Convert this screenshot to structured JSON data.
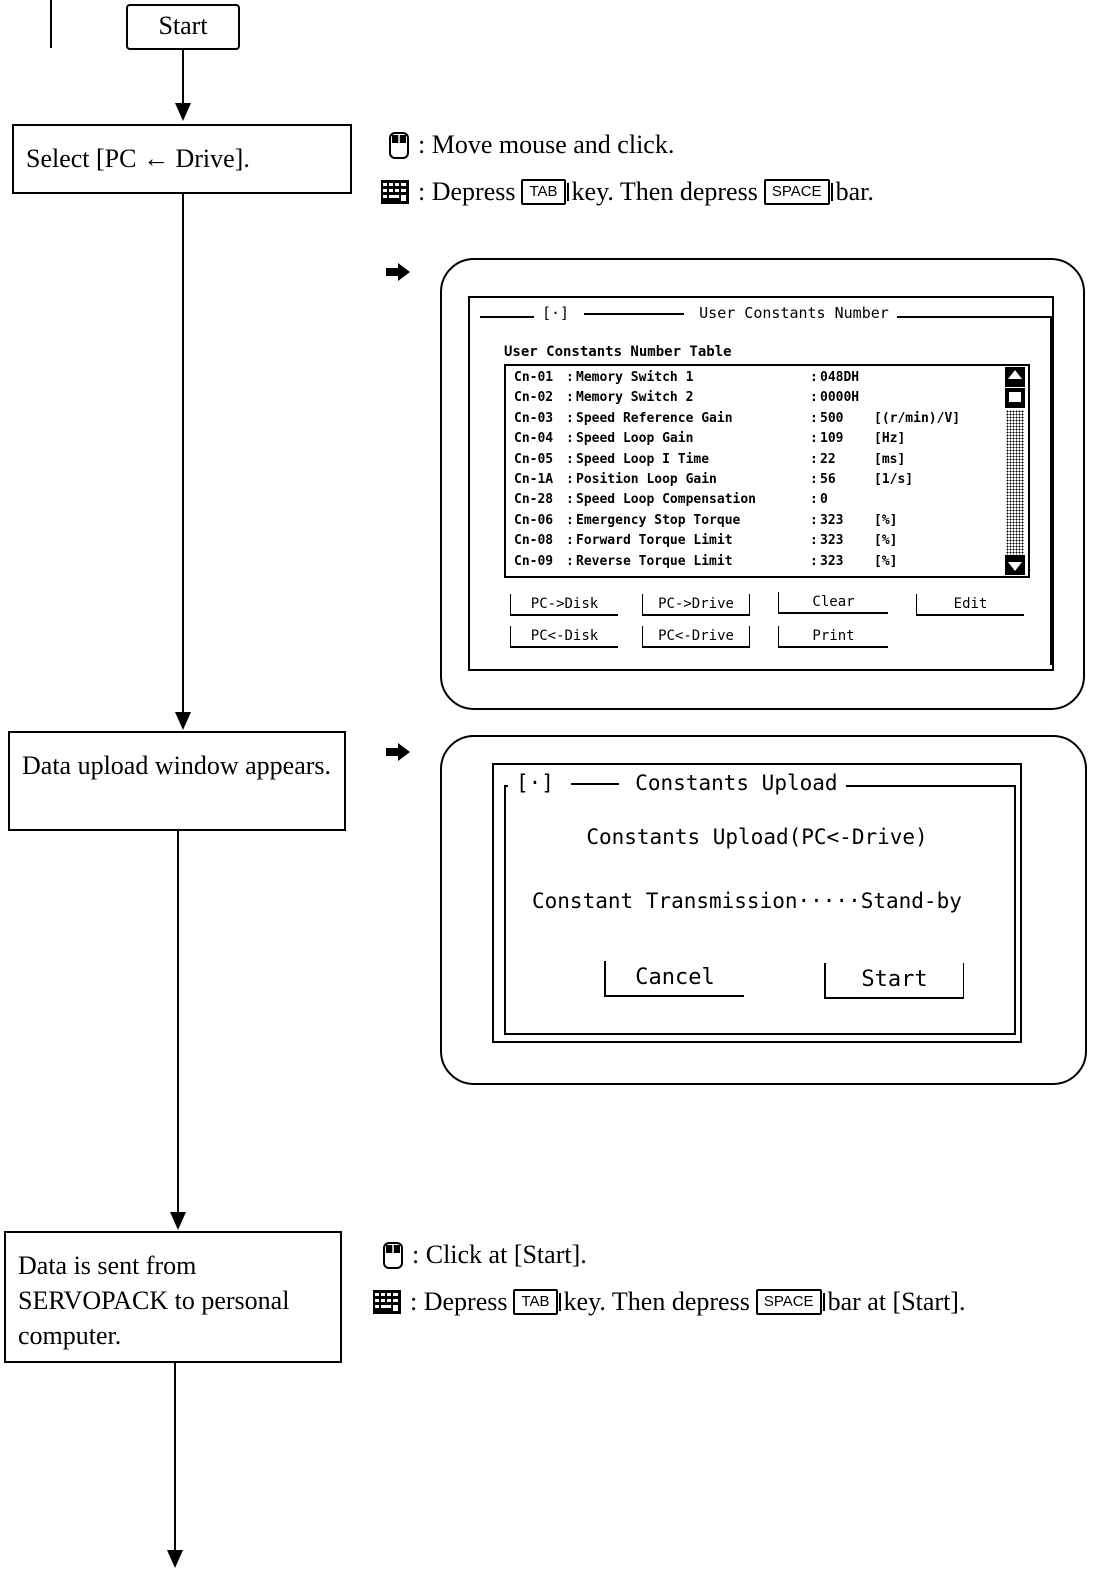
{
  "flowchart": {
    "start_label": "Start",
    "steps": [
      "Select [PC ← Drive].",
      "Data upload window appears.",
      "Data is sent from SERVOPACK to personal computer."
    ]
  },
  "instructions_1": {
    "mouse_text": ": Move mouse and click.",
    "keyboard_prefix": ": Depress",
    "tab_key": "TAB",
    "keyboard_mid": "key.  Then depress",
    "space_key": "SPACE",
    "keyboard_suffix": "bar."
  },
  "instructions_2": {
    "mouse_text": ": Click at [Start].",
    "keyboard_prefix": ": Depress",
    "tab_key": "TAB",
    "keyboard_mid": "key.  Then depress",
    "space_key": "SPACE",
    "keyboard_suffix": "bar at [Start]."
  },
  "constants_window": {
    "control_box": "[·]",
    "title": "User Constants Number",
    "table_label": "User Constants Number Table",
    "rows": [
      {
        "id": "Cn-01",
        "name": "Memory Switch 1",
        "value": "048DH",
        "unit": ""
      },
      {
        "id": "Cn-02",
        "name": "Memory Switch 2",
        "value": "0000H",
        "unit": ""
      },
      {
        "id": "Cn-03",
        "name": "Speed Reference Gain",
        "value": "500",
        "unit": "[(r/min)/V]"
      },
      {
        "id": "Cn-04",
        "name": "Speed Loop Gain",
        "value": "109",
        "unit": "[Hz]"
      },
      {
        "id": "Cn-05",
        "name": "Speed Loop I Time",
        "value": "22",
        "unit": "[ms]"
      },
      {
        "id": "Cn-1A",
        "name": "Position Loop Gain",
        "value": "56",
        "unit": "[1/s]"
      },
      {
        "id": "Cn-28",
        "name": "Speed Loop Compensation",
        "value": "0",
        "unit": ""
      },
      {
        "id": "Cn-06",
        "name": "Emergency Stop Torque",
        "value": "323",
        "unit": "[%]"
      },
      {
        "id": "Cn-08",
        "name": "Forward Torque Limit",
        "value": "323",
        "unit": "[%]"
      },
      {
        "id": "Cn-09",
        "name": "Reverse Torque Limit",
        "value": "323",
        "unit": "[%]"
      }
    ],
    "buttons": {
      "pc_to_disk": "PC->Disk",
      "pc_to_drive": "PC->Drive",
      "clear": "Clear",
      "edit": "Edit",
      "pc_from_disk": "PC<-Disk",
      "pc_from_drive": "PC<-Drive",
      "print": "Print"
    }
  },
  "upload_dialog": {
    "control_box": "[·]",
    "title": "Constants Upload",
    "heading": "Constants Upload(PC<-Drive)",
    "status": "Constant Transmission·····Stand-by",
    "cancel_label": "Cancel",
    "start_label": "Start"
  }
}
